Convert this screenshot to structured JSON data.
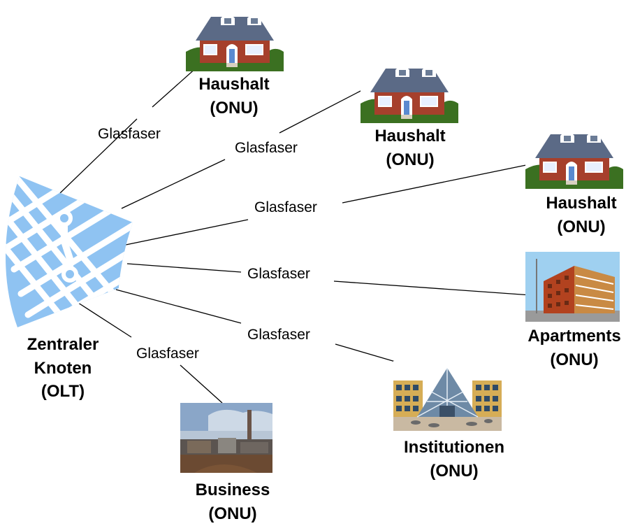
{
  "central": {
    "line1": "Zentraler",
    "line2": "Knoten",
    "line3": "(OLT)"
  },
  "links": [
    {
      "label": "Glasfaser"
    },
    {
      "label": "Glasfaser"
    },
    {
      "label": "Glasfaser"
    },
    {
      "label": "Glasfaser"
    },
    {
      "label": "Glasfaser"
    },
    {
      "label": "Glasfaser"
    }
  ],
  "nodes": [
    {
      "name": "Haushalt",
      "type": "(ONU)",
      "image": "house-icon"
    },
    {
      "name": "Haushalt",
      "type": "(ONU)",
      "image": "house-icon"
    },
    {
      "name": "Haushalt",
      "type": "(ONU)",
      "image": "house-icon"
    },
    {
      "name": "Apartments",
      "type": "(ONU)",
      "image": "apartment-building-icon"
    },
    {
      "name": "Institutionen",
      "type": "(ONU)",
      "image": "institution-building-icon"
    },
    {
      "name": "Business",
      "type": "(ONU)",
      "image": "factory-icon"
    }
  ],
  "colors": {
    "olt": "#8fc3f2",
    "line": "#000000"
  }
}
